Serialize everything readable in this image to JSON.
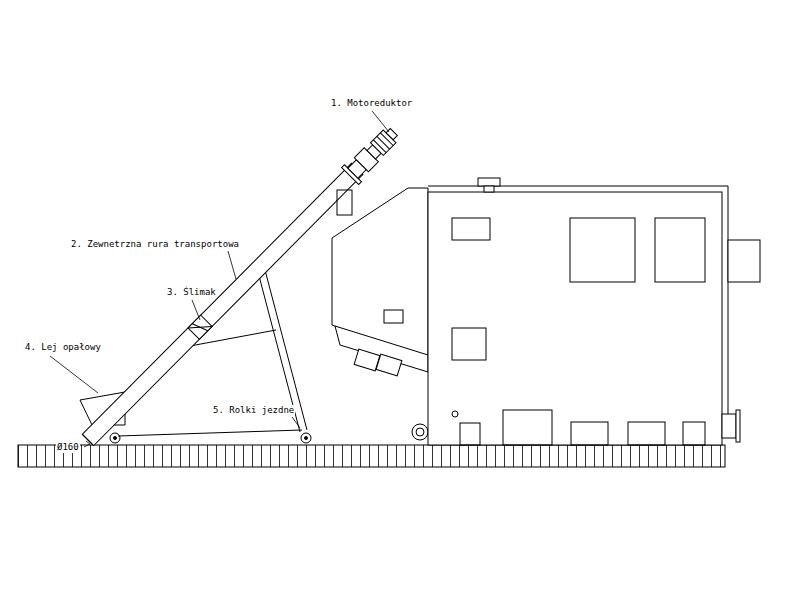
{
  "diagram": {
    "labels": [
      "1. Motoreduktor",
      "2. Zewnetrzna rura transportowa",
      "3. Ślimak",
      "4. Lej opałowy",
      "5. Rolki jezdne",
      "Ø160"
    ]
  }
}
